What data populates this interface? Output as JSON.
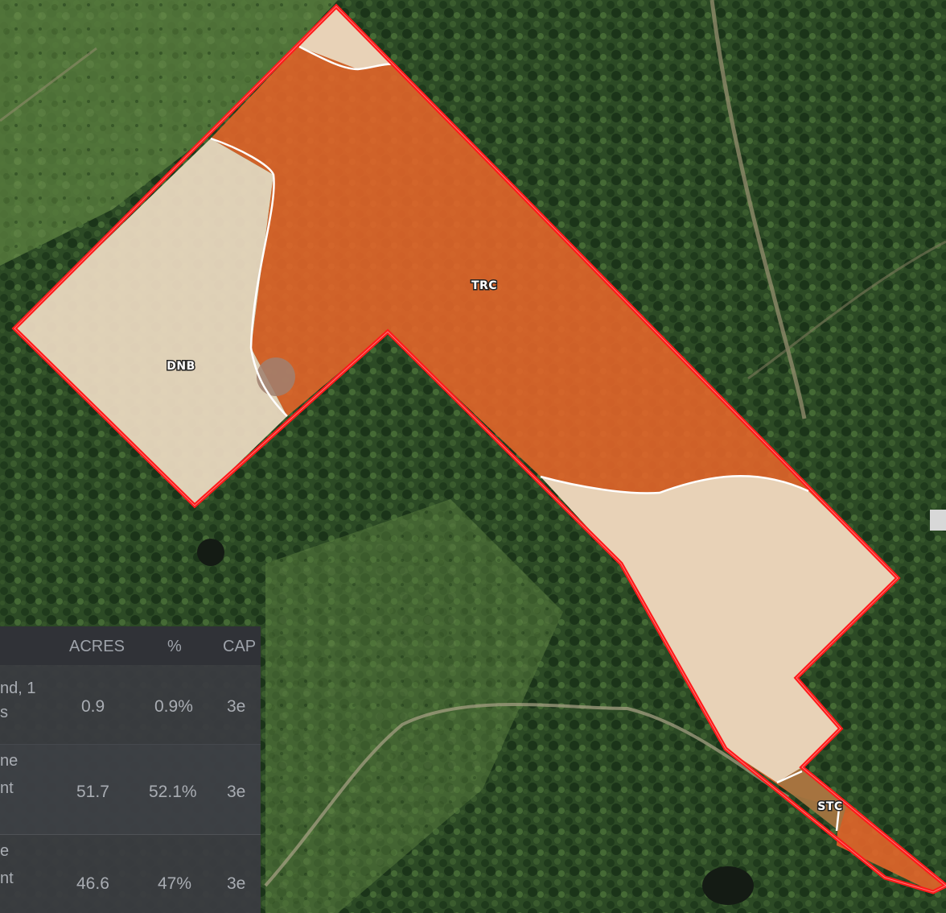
{
  "map": {
    "units": [
      {
        "symbol": "TRC",
        "color": "#e2652a"
      },
      {
        "symbol": "DNB",
        "color": "#e9d8bf"
      },
      {
        "symbol": "STC",
        "color": "#a37440"
      }
    ],
    "boundary_color": "#ff1a1a"
  },
  "table": {
    "headers": {
      "acres": "ACRES",
      "percent": "%",
      "cap": "CAP"
    },
    "rows": [
      {
        "name_lines": [
          "nd, 1",
          "s"
        ],
        "acres": "0.9",
        "percent": "0.9%",
        "cap": "3e"
      },
      {
        "name_lines": [
          "ne",
          "nt"
        ],
        "acres": "51.7",
        "percent": "52.1%",
        "cap": "3e"
      },
      {
        "name_lines": [
          "e",
          "nt"
        ],
        "acres": "46.6",
        "percent": "47%",
        "cap": "3e"
      }
    ]
  }
}
